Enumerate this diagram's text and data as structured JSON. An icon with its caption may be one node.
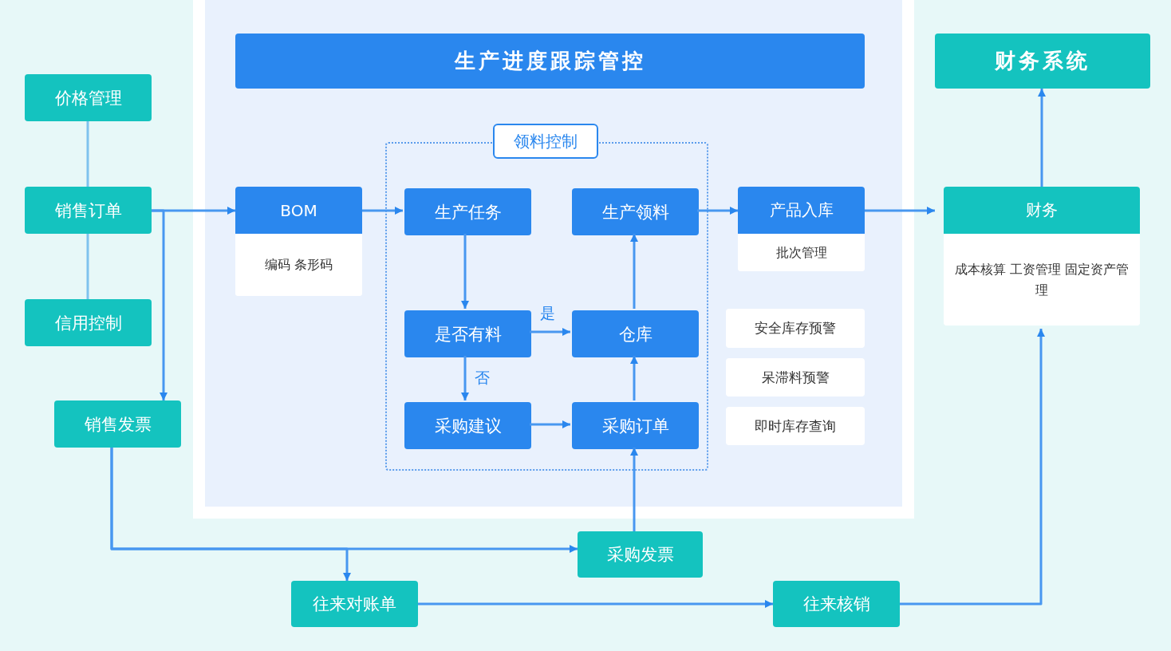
{
  "diagram": {
    "nodes": [
      {
        "text": [
          "生产进度跟踪管控"
        ]
      },
      {
        "text": [
          "财务系统"
        ]
      },
      {
        "text": [
          "价格管理"
        ]
      },
      {
        "text": [
          "销售订单"
        ]
      },
      {
        "text": [
          "信用控制"
        ]
      },
      {
        "text": [
          "领料控制"
        ]
      },
      {
        "text": [
          "BOM",
          "编码 条形码"
        ]
      },
      {
        "text": [
          "生产任务"
        ],
        "in": 5
      },
      {
        "text": [
          "生产领料"
        ],
        "in": 5
      },
      {
        "text": [
          "产品入库",
          "批次管理"
        ]
      },
      {
        "text": [
          "财务",
          "成本核算 工资管理 固定资产管理"
        ]
      },
      {
        "text": [
          "是否有料"
        ],
        "in": 5
      },
      {
        "text": [
          "仓库"
        ],
        "in": 5
      },
      {
        "text": [
          "安全库存预警"
        ]
      },
      {
        "text": [
          "呆滞料预警"
        ]
      },
      {
        "text": [
          "即时库存查询"
        ]
      },
      {
        "text": [
          "销售发票"
        ]
      },
      {
        "text": [
          "采购建议"
        ],
        "in": 5
      },
      {
        "text": [
          "采购订单"
        ],
        "in": 5
      },
      {
        "text": [
          "采购发票"
        ]
      },
      {
        "text": [
          "往来对账单"
        ]
      },
      {
        "text": [
          "往来核销"
        ]
      }
    ],
    "edges": [
      {
        "from": 2,
        "to": 3,
        "arrow": "none"
      },
      {
        "from": 3,
        "to": 4,
        "arrow": "none"
      },
      {
        "from": 3,
        "to": 6,
        "arrow": "to"
      },
      {
        "from": 3,
        "to": 16,
        "arrow": "to"
      },
      {
        "from": 6,
        "to": 7,
        "arrow": "to"
      },
      {
        "from": 7,
        "to": 11,
        "arrow": "to"
      },
      {
        "from": 11,
        "to": 12,
        "arrow": "to",
        "label": "是"
      },
      {
        "from": 11,
        "to": 17,
        "arrow": "to",
        "label": "否"
      },
      {
        "from": 17,
        "to": 18,
        "arrow": "to"
      },
      {
        "from": 18,
        "to": 12,
        "arrow": "to"
      },
      {
        "from": 12,
        "to": 8,
        "arrow": "to"
      },
      {
        "from": 8,
        "to": 9,
        "arrow": "to"
      },
      {
        "from": 9,
        "to": 10,
        "arrow": "to"
      },
      {
        "from": 10,
        "to": 1,
        "arrow": "to"
      },
      {
        "from": 19,
        "to": 18,
        "arrow": "to"
      },
      {
        "from": 16,
        "to": 19,
        "arrow": "to"
      },
      {
        "from": 16,
        "to": 20,
        "arrow": "to"
      },
      {
        "from": 20,
        "to": 21,
        "arrow": "to"
      },
      {
        "from": 21,
        "to": 10,
        "arrow": "to"
      }
    ]
  }
}
